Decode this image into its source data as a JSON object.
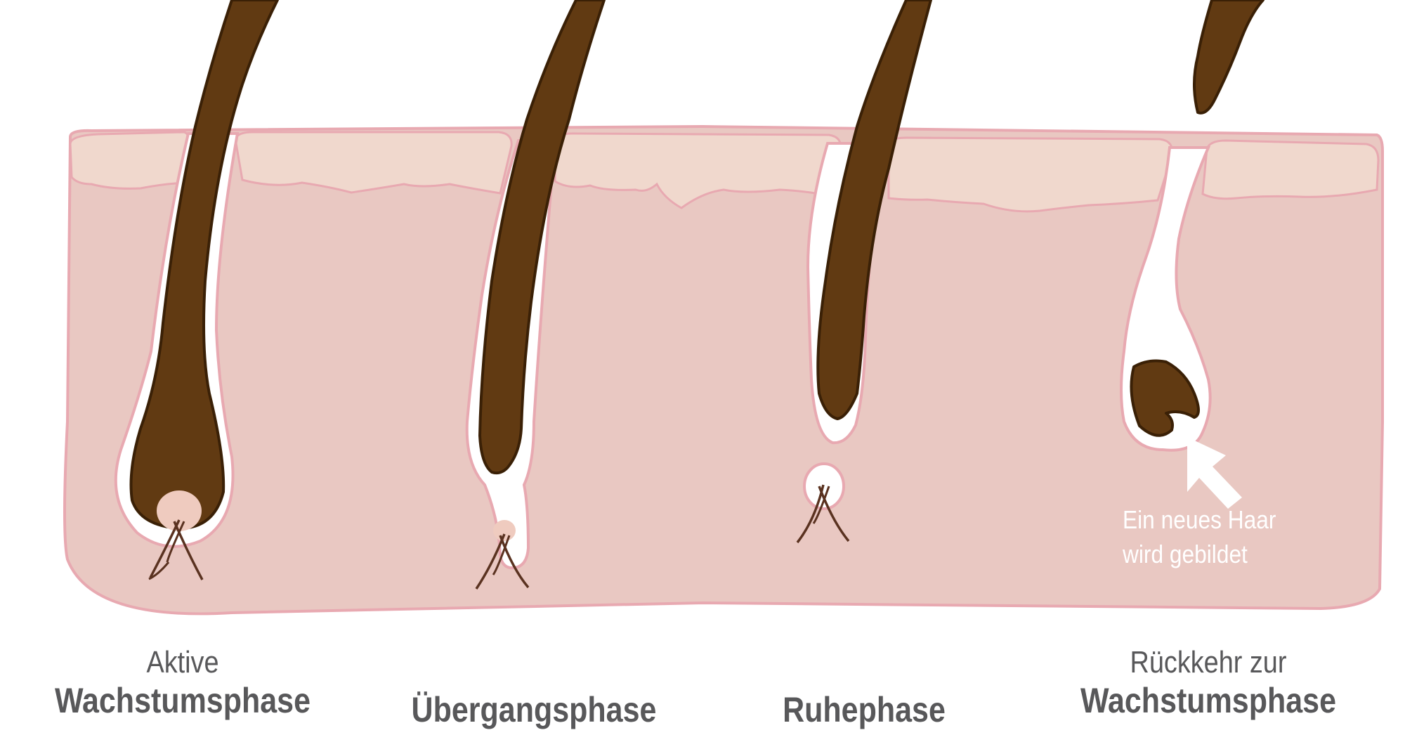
{
  "stages": [
    {
      "line1": "Aktive",
      "line2": "Wachstumsphase"
    },
    {
      "line1": "",
      "line2": "Übergangsphase"
    },
    {
      "line1": "",
      "line2": "Ruhephase"
    },
    {
      "line1": "Rückkehr zur",
      "line2": "Wachstumsphase"
    }
  ],
  "note": {
    "line1": "Ein neues Haar",
    "line2": "wird gebildet"
  },
  "colors": {
    "skin": "#e9c8c2",
    "skin_outline": "#e8a9b1",
    "epidermis": "#f0d8cd",
    "hair": "#613a12",
    "hair_outline": "#3a2006",
    "follicle": "#ffffff",
    "papilla": "#efcbbf",
    "nerve": "#5a3220",
    "label_text": "#58585a",
    "note_text": "#ffffff"
  }
}
